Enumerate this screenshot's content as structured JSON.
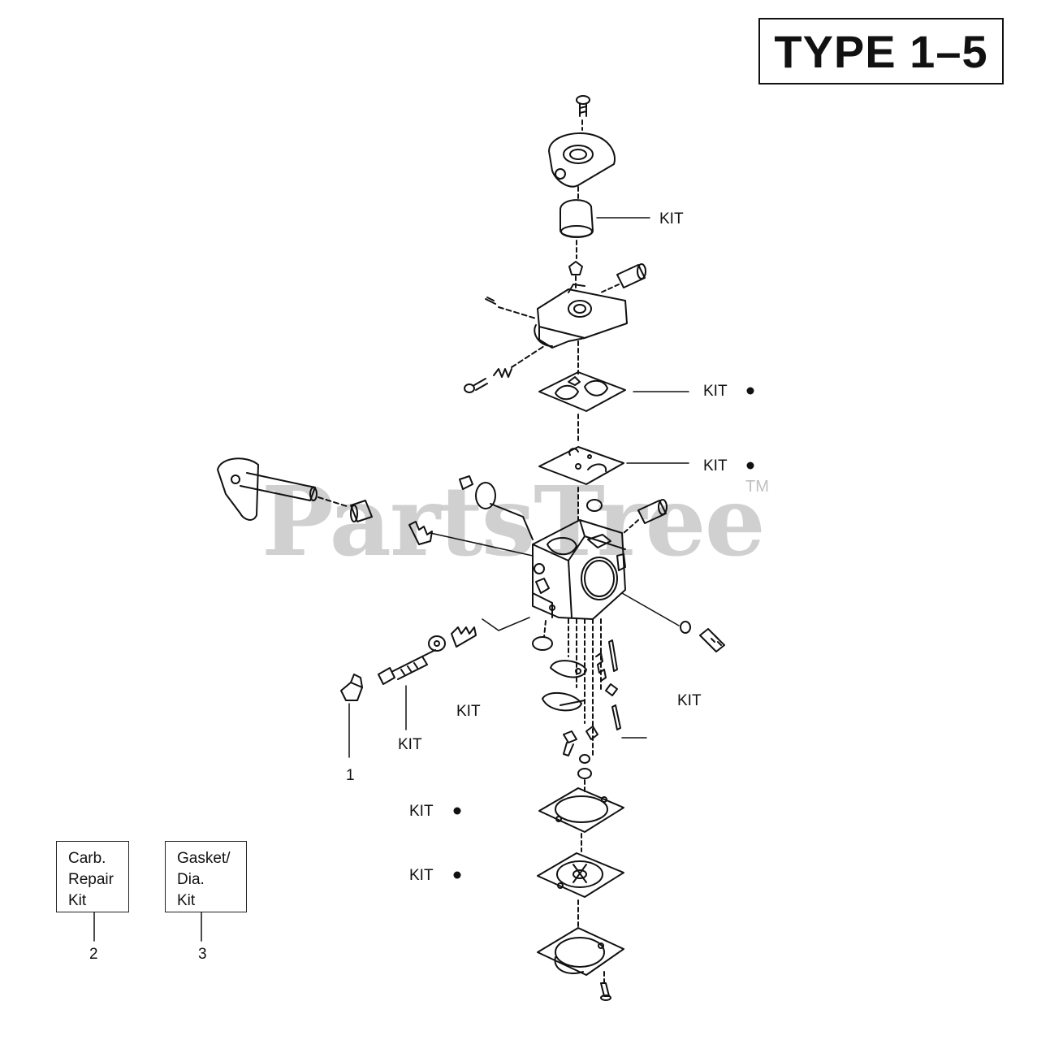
{
  "header": {
    "type_label": "TYPE 1–5"
  },
  "watermark": {
    "text": "PartsTree",
    "tm": "TM"
  },
  "callouts": {
    "kit_primer": "KIT",
    "kit_gasket_upper": "KIT",
    "kit_diaphragm_upper": "KIT",
    "kit_needle_left": "KIT",
    "kit_center": "KIT",
    "kit_right": "KIT",
    "kit_gasket_lower": "KIT",
    "kit_diaphragm_lower": "KIT",
    "ref_1": "1"
  },
  "legend": {
    "carb_kit": {
      "lines": [
        "Carb.",
        "Repair",
        "Kit"
      ],
      "ref": "2"
    },
    "gasket_kit": {
      "lines": [
        "Gasket/",
        "Dia.",
        "Kit"
      ],
      "ref": "3"
    }
  }
}
